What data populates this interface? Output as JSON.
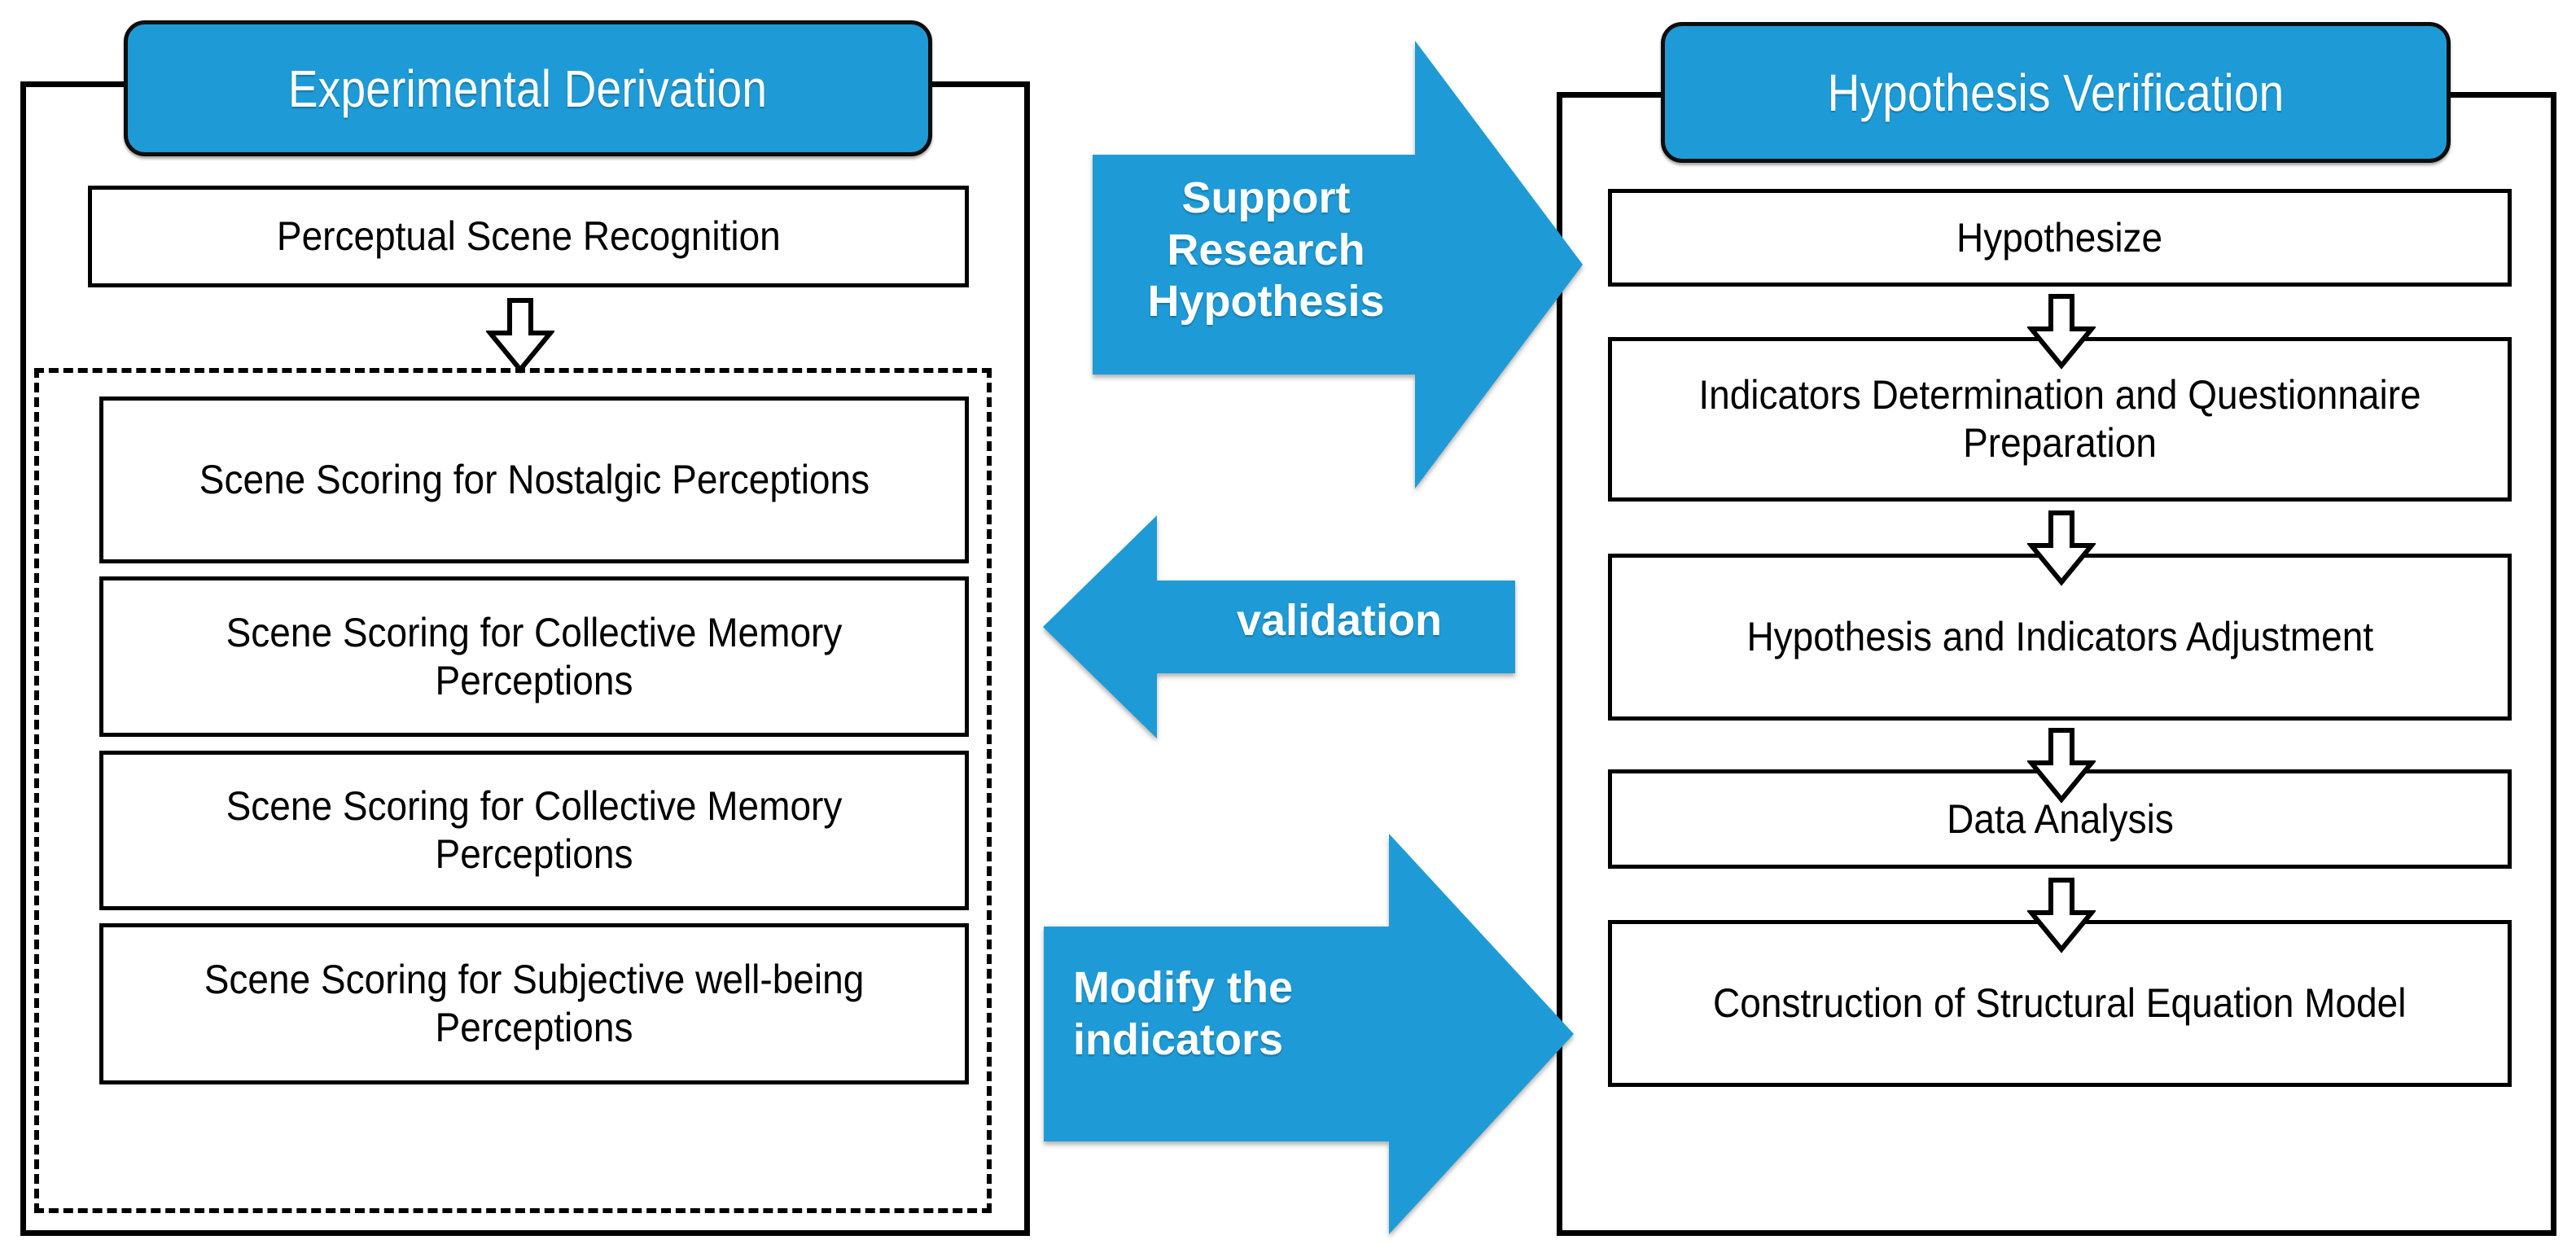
{
  "colors": {
    "accent_blue": "#1E9BD7",
    "outline_black": "#000000",
    "panel_background": "#FFFFFF",
    "label_white": "#FFFFFF"
  },
  "left_panel": {
    "title": "Experimental Derivation",
    "first_step": "Perceptual Scene Recognition",
    "grouped_steps": [
      "Scene Scoring for Nostalgic Perceptions",
      "Scene Scoring for Collective Memory Perceptions",
      "Scene Scoring for Collective Memory Perceptions",
      "Scene Scoring for Subjective well-being Perceptions"
    ],
    "flow_arrow_icon": "down-arrow-outline-icon"
  },
  "right_panel": {
    "title": "Hypothesis Verification",
    "steps": [
      "Hypothesize",
      "Indicators Determination and Questionnaire Preparation",
      "Hypothesis and Indicators Adjustment",
      "Data Analysis",
      "Construction of Structural Equation Model"
    ],
    "flow_arrow_icon": "down-arrow-outline-icon"
  },
  "connectors": [
    {
      "id": "support-research-hypothesis",
      "label": "Support\nResearch\nHypothesis",
      "direction": "right",
      "icon": "block-arrow-right-icon"
    },
    {
      "id": "validation",
      "label": "validation",
      "direction": "left",
      "icon": "block-arrow-left-icon"
    },
    {
      "id": "modify-the-indicators",
      "label": "Modify the\nindicators",
      "direction": "right",
      "icon": "block-arrow-right-icon"
    }
  ]
}
